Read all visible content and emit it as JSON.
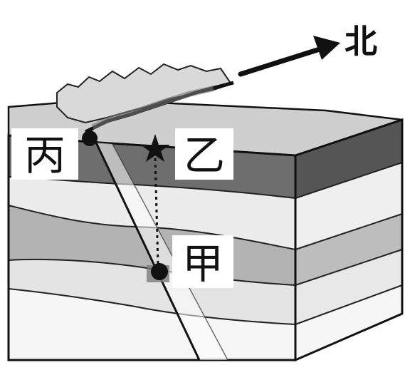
{
  "direction": {
    "label": "北"
  },
  "labels": {
    "bing": "丙",
    "yi": "乙",
    "jia": "甲"
  },
  "colors": {
    "ink": "#111111",
    "top_surface": "#cfcfcf",
    "dark_layer": "#6e6e6e",
    "mid_layer": "#b3b3b3",
    "light_layer": "#e4e4e4",
    "bottom_layer": "#f4f4f4",
    "side_dark": "#555555"
  }
}
